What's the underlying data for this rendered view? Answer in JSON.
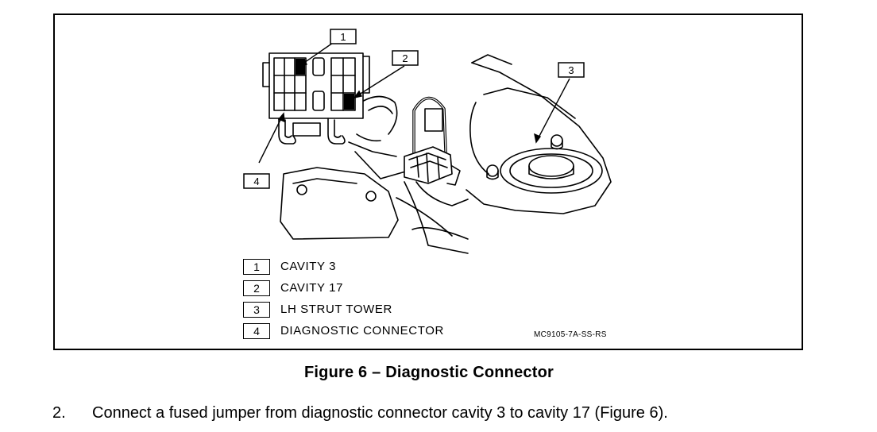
{
  "figure": {
    "callouts": [
      "1",
      "2",
      "3",
      "4"
    ],
    "legend": [
      {
        "num": "1",
        "text": "CAVITY 3"
      },
      {
        "num": "2",
        "text": "CAVITY 17"
      },
      {
        "num": "3",
        "text": "LH STRUT TOWER"
      },
      {
        "num": "4",
        "text": "DIAGNOSTIC CONNECTOR"
      }
    ],
    "code": "MC9105-7A-SS-RS",
    "caption": "Figure 6 – Diagnostic Connector"
  },
  "step": {
    "number": "2.",
    "text": "Connect a fused jumper from diagnostic connector cavity 3 to cavity 17 (Figure 6)."
  }
}
